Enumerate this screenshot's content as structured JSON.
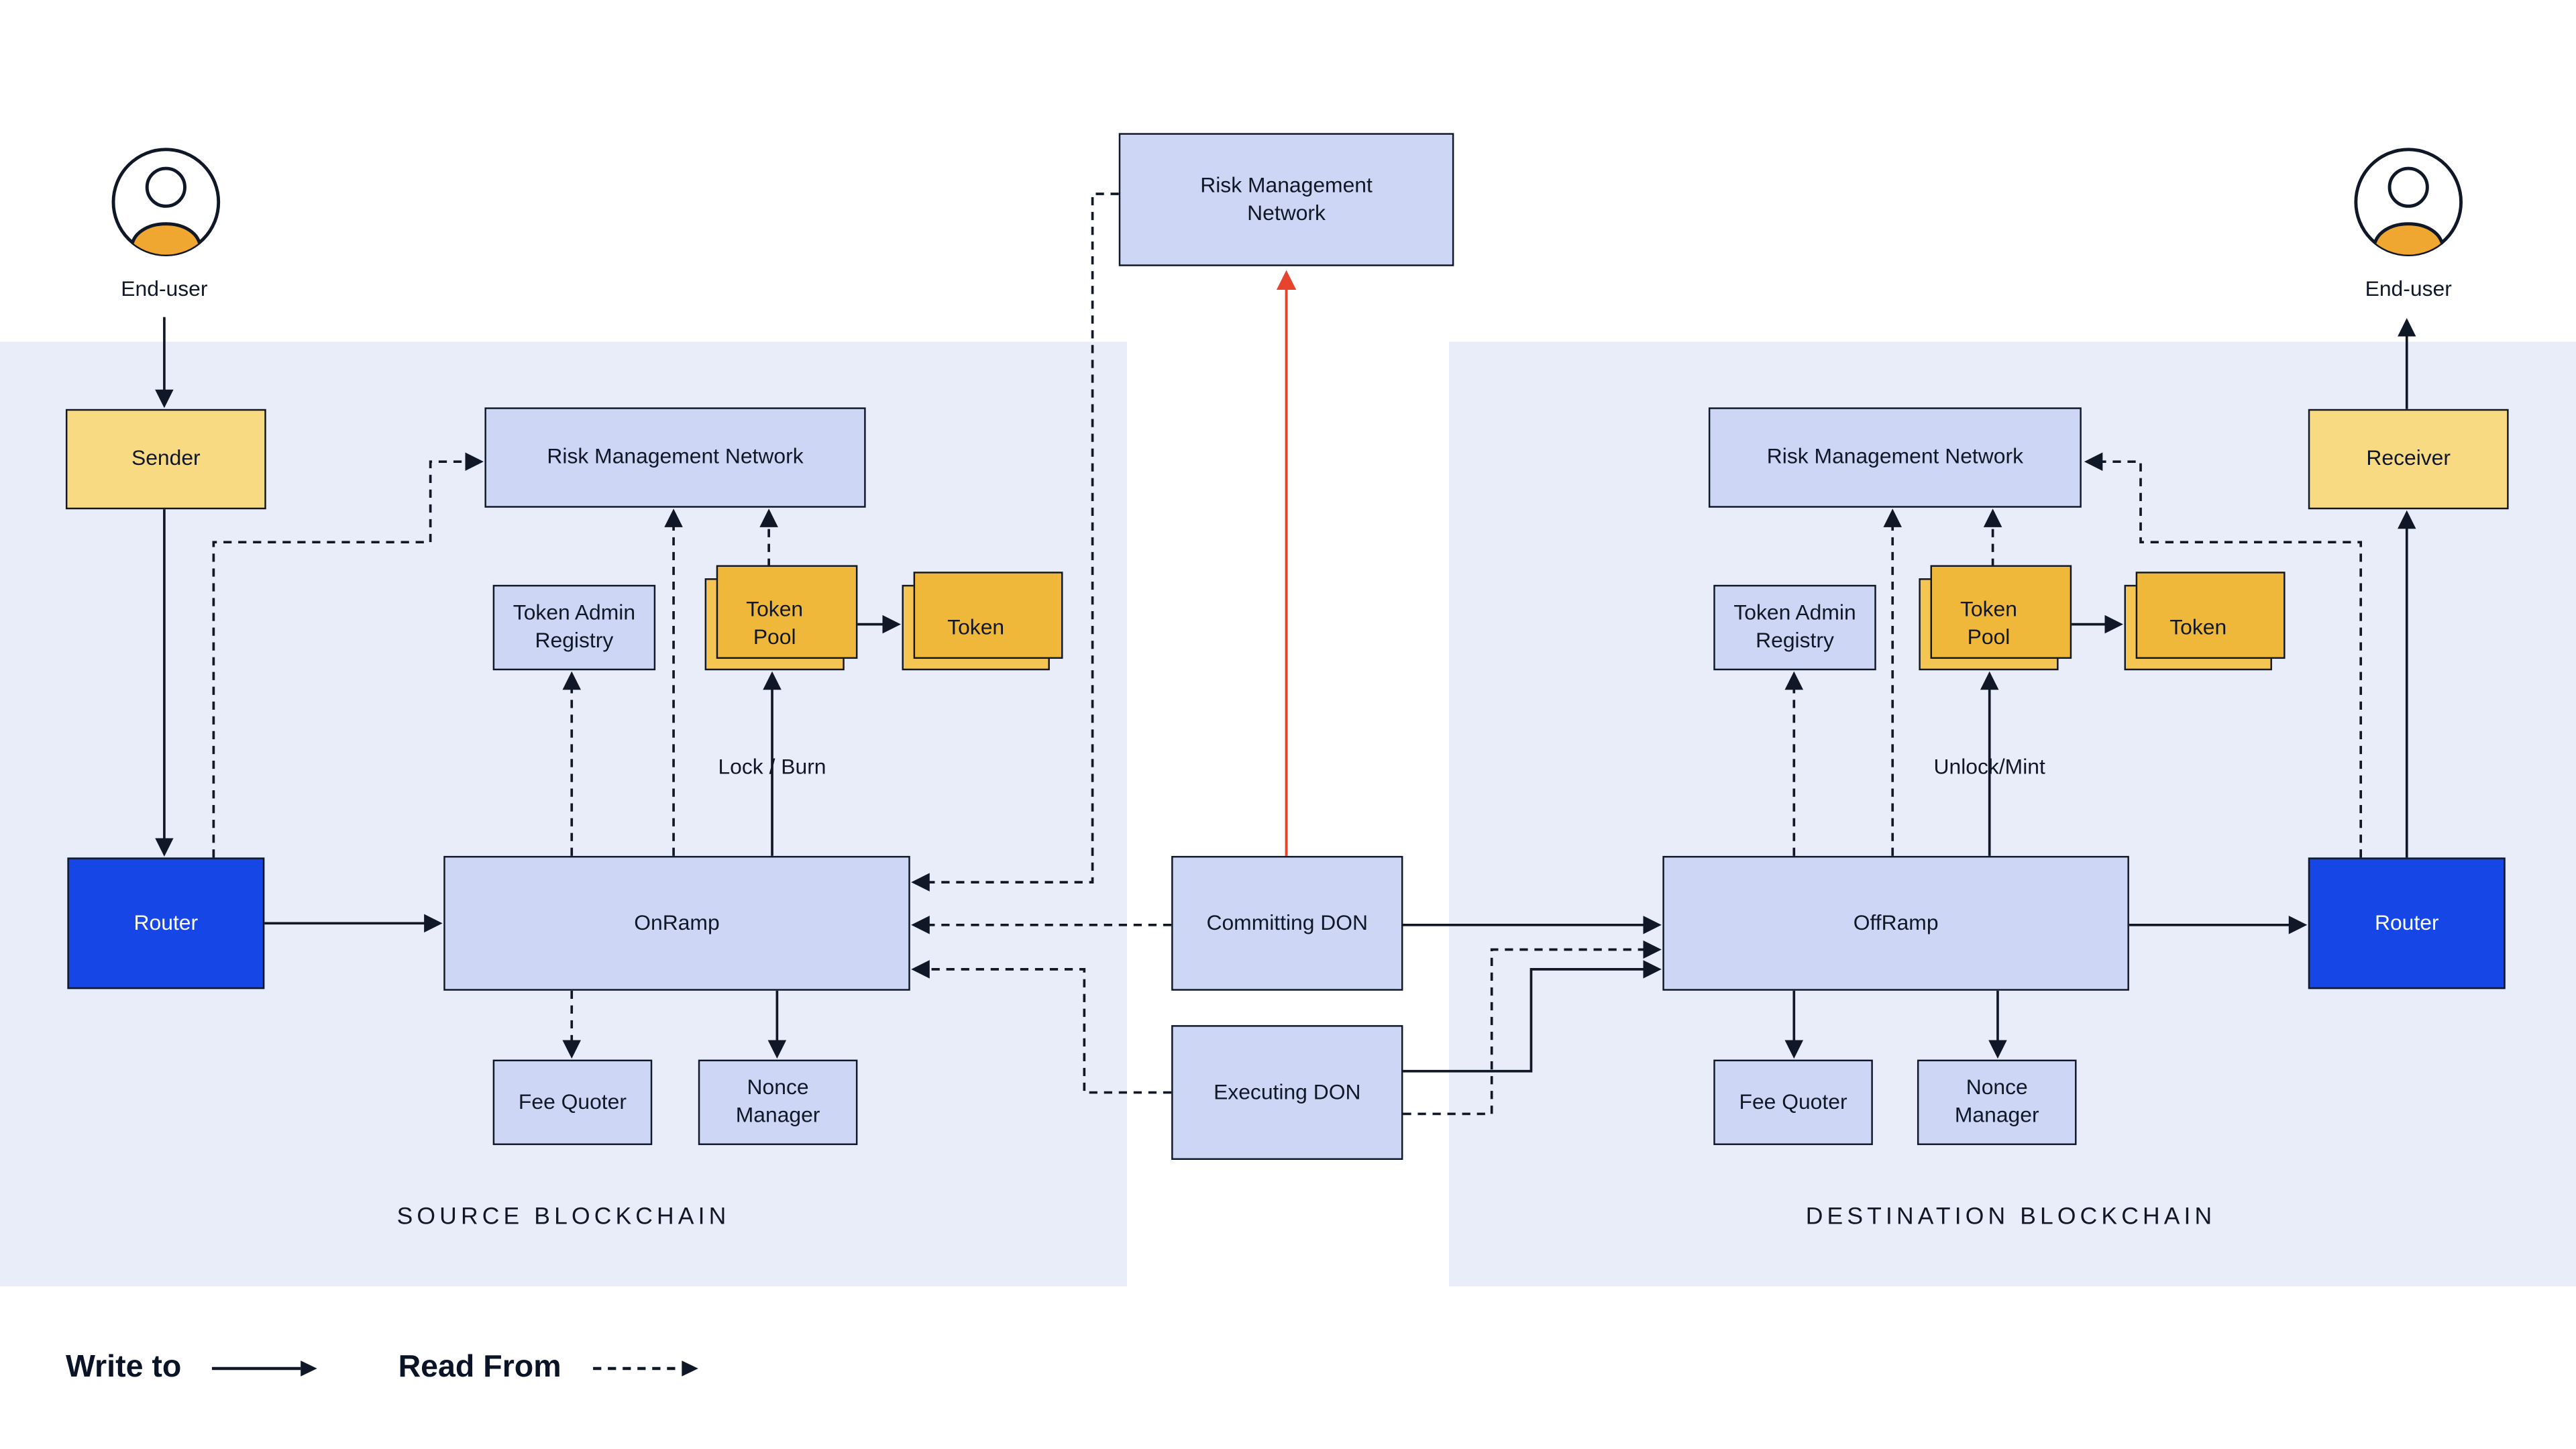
{
  "source": {
    "panel_label": "SOURCE BLOCKCHAIN",
    "end_user_label": "End-user",
    "sender": "Sender",
    "risk_management_network": "Risk Management Network",
    "token_admin_registry": "Token Admin Registry",
    "token_pool": "Token Pool",
    "token": "Token",
    "lock_burn_label": "Lock / Burn",
    "router": "Router",
    "onramp": "OnRamp",
    "fee_quoter": "Fee Quoter",
    "nonce_manager": "Nonce Manager"
  },
  "center": {
    "risk_management_network": "Risk Management Network",
    "committing_don": "Committing DON",
    "executing_don": "Executing DON"
  },
  "destination": {
    "panel_label": "DESTINATION BLOCKCHAIN",
    "end_user_label": "End-user",
    "receiver": "Receiver",
    "risk_management_network": "Risk Management Network",
    "token_admin_registry": "Token Admin Registry",
    "token_pool": "Token Pool",
    "token": "Token",
    "unlock_mint_label": "Unlock/Mint",
    "router": "Router",
    "offramp": "OffRamp",
    "fee_quoter": "Fee Quoter",
    "nonce_manager": "Nonce Manager"
  },
  "legend": {
    "write_to": "Write to",
    "read_from": "Read From"
  },
  "colors": {
    "panel_background": "#E9EDF9",
    "component_fill": "#CDD6F4",
    "endpoint_fill": "#F8DA82",
    "token_fill": "#F5C554",
    "token_back_fill": "#F0B83A",
    "router_fill": "#1647E6",
    "line": "#101828",
    "risk_alert_line": "#E8432D",
    "avatar_fill": "#F0A732"
  }
}
